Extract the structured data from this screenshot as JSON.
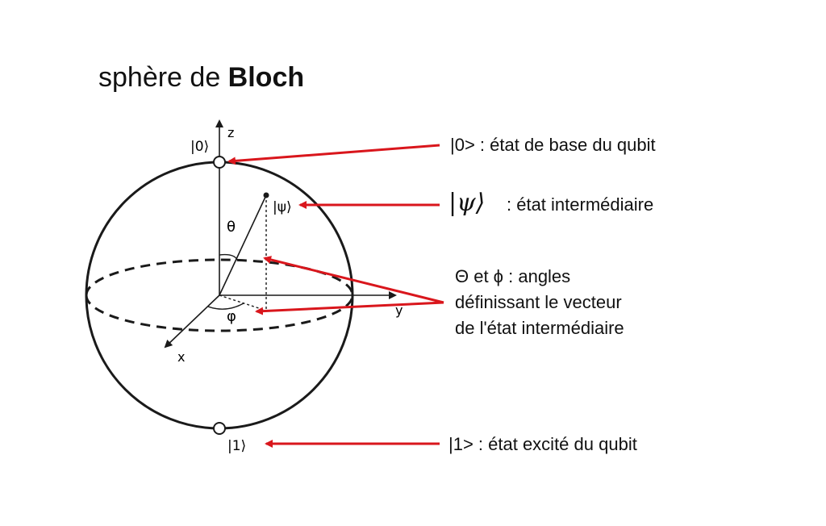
{
  "title": {
    "normal": "sphère de ",
    "bold": "Bloch"
  },
  "sphere": {
    "axis_labels": {
      "z": "z",
      "y": "y",
      "x": "x"
    },
    "state_labels": {
      "ket0": "|0⟩",
      "ket1": "|1⟩",
      "psi": "|ψ⟩"
    },
    "angle_labels": {
      "theta": "θ",
      "phi": "φ"
    }
  },
  "annotations": {
    "ket0": "|0> : état de base du qubit",
    "psi_symbol": "|ψ⟩",
    "psi": ": état intermédiaire",
    "angles": [
      "Θ et ϕ : angles",
      "définissant le vecteur",
      "de l'état intermédiaire"
    ],
    "ket1": "|1> : état excité du qubit"
  },
  "colors": {
    "arrow": "#d9161c",
    "line": "#1a1a1a",
    "text": "#111111"
  }
}
